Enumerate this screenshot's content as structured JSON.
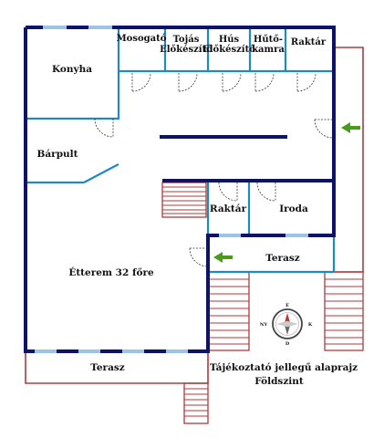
{
  "rooms": {
    "konyha": "Konyha",
    "mosogato": "Mosogató",
    "tojas_line1": "Tojás",
    "tojas_line2": "Előkészítő",
    "hus_line1": "Hús",
    "hus_line2": "Előkészítő",
    "huto_line1": "Hűtő-",
    "huto_line2": "kamra",
    "raktar_top": "Raktár",
    "barpult": "Bárpult",
    "raktar_mid": "Raktár",
    "iroda": "Iroda",
    "etterem": "Étterem 32 főre",
    "terasz_right": "Terasz",
    "terasz_bottom": "Terasz"
  },
  "caption": {
    "line1": "Tájékoztató jellegű alaprajz",
    "line2": "Földszint"
  },
  "compass": {
    "north": "É",
    "south": "D",
    "east": "K",
    "west": "NY"
  },
  "colors": {
    "outer_wall": "#0d1466",
    "inner_wall": "#1d8ac0",
    "window": "#9cc4e4",
    "terrace": "#b03a3a",
    "arrow": "#4a9a1c"
  }
}
